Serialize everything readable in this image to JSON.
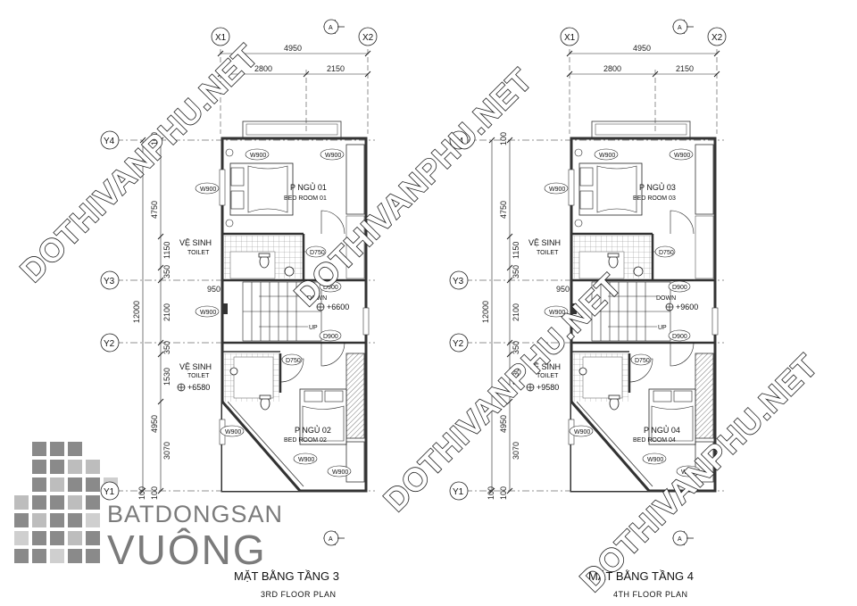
{
  "plans": [
    {
      "title": "MẶT BẰNG TẦNG 3",
      "subtitle": "3RD  FLOOR PLAN",
      "bedroom_top": "P NGỦ 01",
      "bedroom_top_en": "BED ROOM 01",
      "bedroom_bottom": "P NGỦ 02",
      "bedroom_bottom_en": "BED ROOM 02",
      "stair_level": "+6600",
      "toilet_level": "+6580"
    },
    {
      "title": "MẶT BẰNG TẦNG 4",
      "subtitle": "4TH  FLOOR PLAN",
      "bedroom_top": "P NGỦ 03",
      "bedroom_top_en": "BED ROOM 03",
      "bedroom_bottom": "P NGỦ 04",
      "bedroom_bottom_en": "BED ROOM 04",
      "stair_level": "+9600",
      "toilet_level": "+9580"
    }
  ],
  "common": {
    "grid_x1": "X1",
    "grid_x2": "X2",
    "grid_y1": "Y1",
    "grid_y2": "Y2",
    "grid_y3": "Y3",
    "grid_y4": "Y4",
    "section_mark": "A",
    "dim_total_width": "4950",
    "dim_left": "2800",
    "dim_right": "2150",
    "dim_total_depth": "12000",
    "dim_4750": "4750",
    "dim_1150": "1150",
    "dim_350": "350",
    "dim_2100": "2100",
    "dim_1530": "1530",
    "dim_4950": "4950",
    "dim_3070": "3070",
    "dim_100": "100",
    "dim_950": "950",
    "toilet": "VỆ SINH",
    "toilet_en": "TOILET",
    "down": "DOWN",
    "up": "UP",
    "w900": "W900",
    "d900": "D900",
    "d750": "D750"
  },
  "watermark": "DOTHIVANPHU.NET",
  "logo": {
    "line1": "BATDONGSAN",
    "line2": "VUÔNG"
  },
  "colors": {
    "line": "#222222",
    "wall": "#333333",
    "logo_gray": "#7b7b7b",
    "logo_light": "#cfcfcf"
  }
}
